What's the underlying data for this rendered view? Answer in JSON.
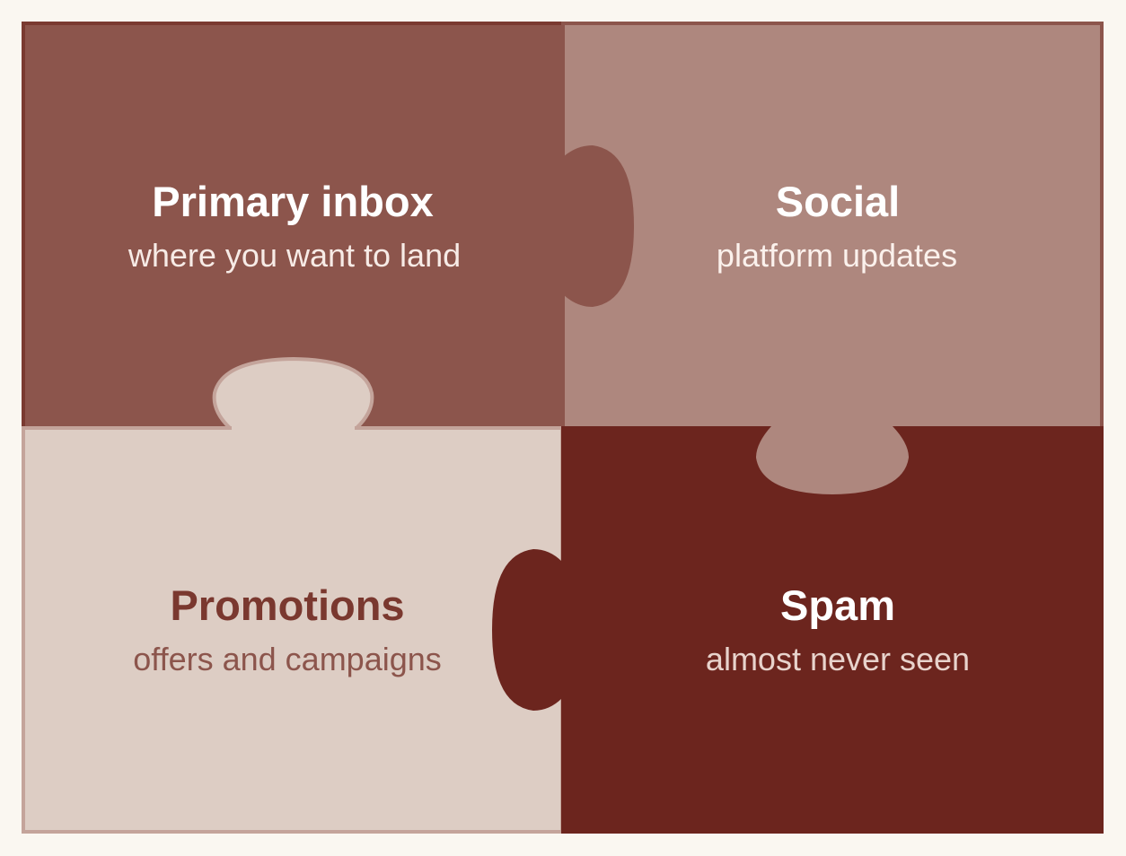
{
  "pieces": [
    {
      "title": "Primary inbox",
      "subtitle": "where you want to land",
      "fill": "#8c554c",
      "text_color": "#ffffff",
      "sub_color": "#f7ebe6"
    },
    {
      "title": "Social",
      "subtitle": "platform updates",
      "fill": "#ae877e",
      "text_color": "#ffffff",
      "sub_color": "#fbf1ec"
    },
    {
      "title": "Promotions",
      "subtitle": "offers and campaigns",
      "fill": "#ddcdc4",
      "text_color": "#7a382f",
      "sub_color": "#8c554c"
    },
    {
      "title": "Spam",
      "subtitle": "almost never seen",
      "fill": "#6c251e",
      "text_color": "#ffffff",
      "sub_color": "#e8d3cc"
    }
  ],
  "colors": {
    "background": "#faf7f1",
    "outline_dark": "#7a3a31",
    "outline_light": "#c4a49b"
  }
}
